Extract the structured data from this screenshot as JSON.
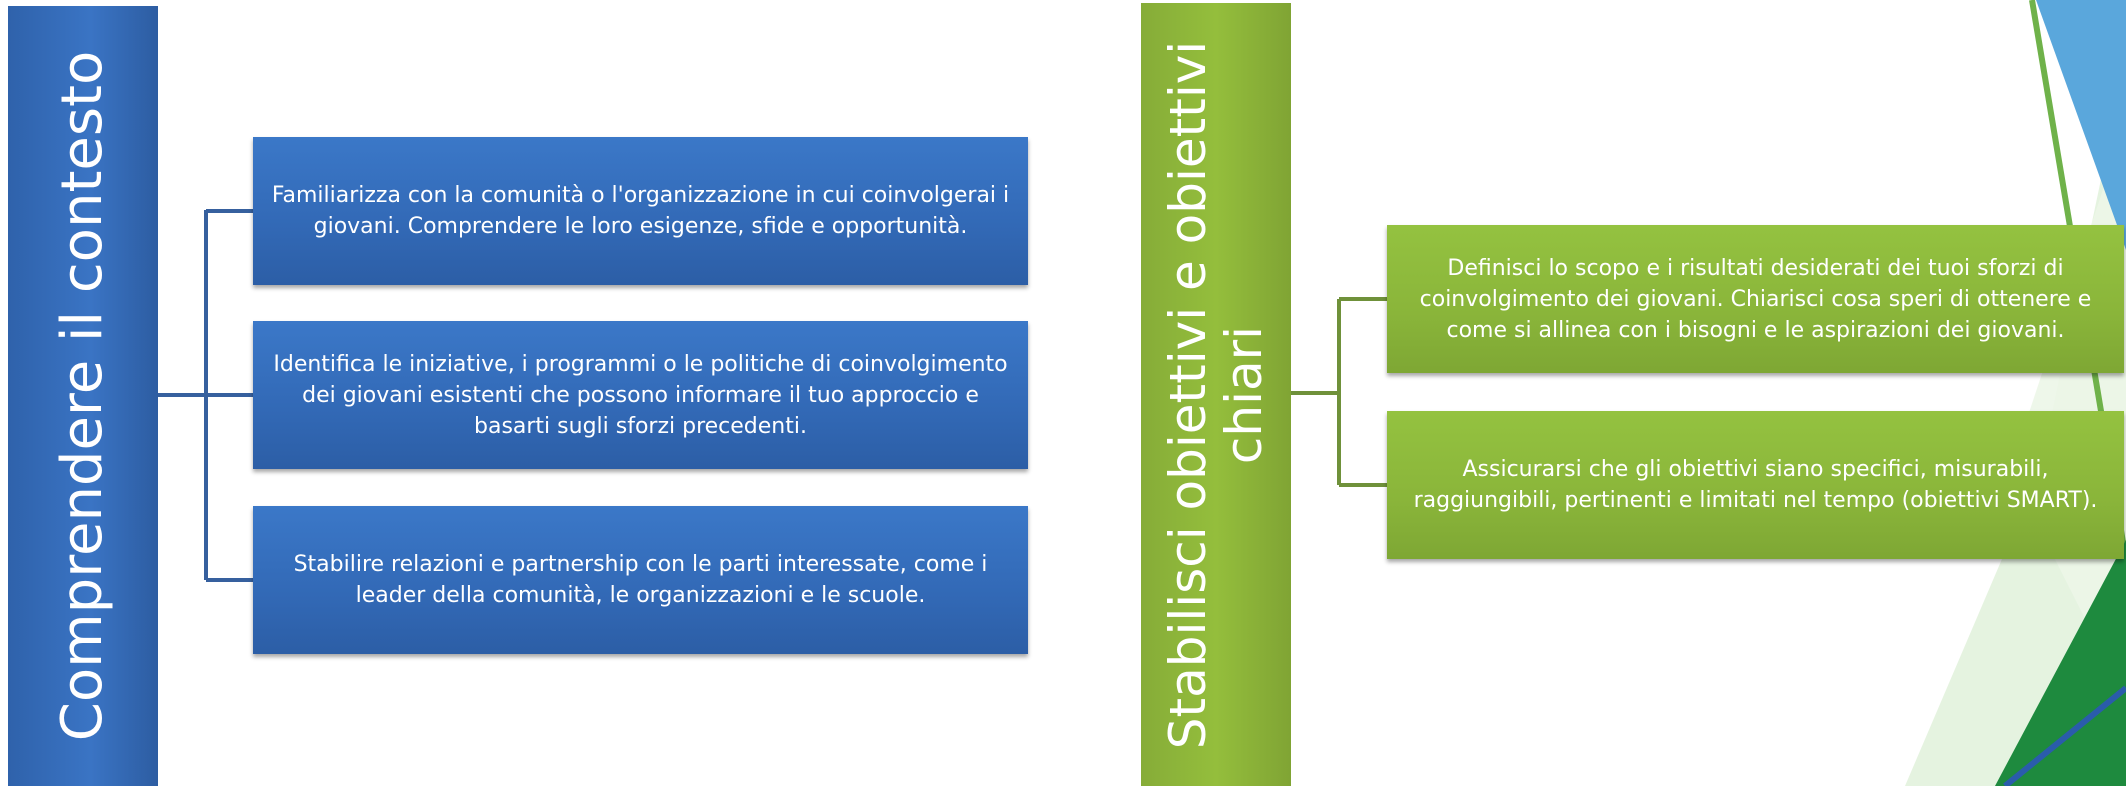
{
  "slide": {
    "accent_blue": "#3a74c4",
    "accent_green": "#8ab53a",
    "accent_dark_green": "#1e8a3e"
  },
  "left_group": {
    "heading": "Comprendere il contesto",
    "items": [
      "Familiarizza con la comunità o l'organizzazione in cui coinvolgerai i giovani. Comprendere le loro esigenze, sfide e opportunità.",
      "Identifica le iniziative, i programmi o le politiche di coinvolgimento dei giovani esistenti che possono informare il tuo approccio e basarti sugli sforzi precedenti.",
      "Stabilire relazioni e partnership con le parti interessate, come i leader della comunità, le organizzazioni e le scuole."
    ]
  },
  "right_group": {
    "heading": "Stabilisci obiettivi e obiettivi chiari",
    "items": [
      "Definisci lo scopo e i risultati desiderati dei tuoi sforzi di coinvolgimento dei giovani. Chiarisci cosa speri di ottenere e come si allinea con i bisogni e le aspirazioni dei giovani.",
      "Assicurarsi che gli obiettivi siano specifici, misurabili, raggiungibili, pertinenti e limitati nel tempo (obiettivi SMART)."
    ]
  }
}
